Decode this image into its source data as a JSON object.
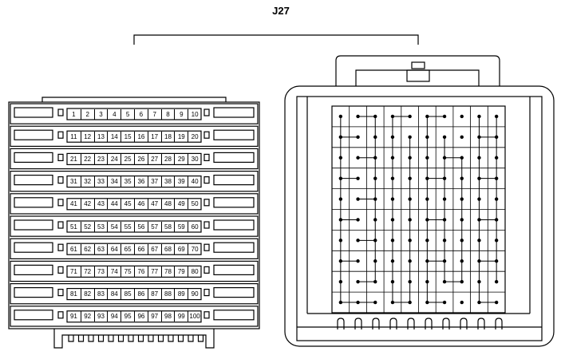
{
  "connector": {
    "title": "J27",
    "pin_rows": [
      [
        "1",
        "2",
        "3",
        "4",
        "5",
        "6",
        "7",
        "8",
        "9",
        "10"
      ],
      [
        "11",
        "12",
        "13",
        "14",
        "15",
        "16",
        "17",
        "18",
        "19",
        "20"
      ],
      [
        "21",
        "22",
        "23",
        "24",
        "25",
        "26",
        "27",
        "28",
        "29",
        "30"
      ],
      [
        "31",
        "32",
        "33",
        "34",
        "35",
        "36",
        "37",
        "38",
        "39",
        "40"
      ],
      [
        "41",
        "42",
        "43",
        "44",
        "45",
        "46",
        "47",
        "48",
        "49",
        "50"
      ],
      [
        "51",
        "52",
        "53",
        "54",
        "55",
        "56",
        "57",
        "58",
        "59",
        "60"
      ],
      [
        "61",
        "62",
        "63",
        "64",
        "65",
        "66",
        "67",
        "68",
        "69",
        "70"
      ],
      [
        "71",
        "72",
        "73",
        "74",
        "75",
        "76",
        "77",
        "78",
        "79",
        "80"
      ],
      [
        "81",
        "82",
        "83",
        "84",
        "85",
        "86",
        "87",
        "88",
        "89",
        "90"
      ],
      [
        "91",
        "92",
        "93",
        "94",
        "95",
        "96",
        "97",
        "98",
        "99",
        "100"
      ]
    ],
    "colors": {
      "line": "#000000",
      "background": "#ffffff"
    }
  }
}
